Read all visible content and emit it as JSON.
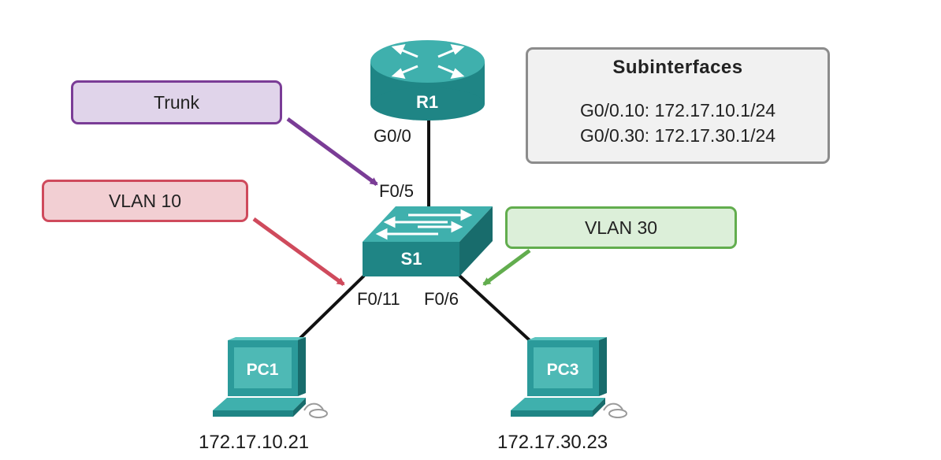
{
  "router": {
    "name": "R1",
    "port": "G0/0"
  },
  "switch": {
    "name": "S1",
    "port_uplink": "F0/5",
    "port_pc1": "F0/11",
    "port_pc3": "F0/6"
  },
  "pcs": [
    {
      "name": "PC1",
      "ip": "172.17.10.21"
    },
    {
      "name": "PC3",
      "ip": "172.17.30.23"
    }
  ],
  "callouts": {
    "trunk": "Trunk",
    "vlan10": "VLAN 10",
    "vlan30": "VLAN 30"
  },
  "subinterfaces": {
    "title": "Subinterfaces",
    "lines": [
      "G0/0.10: 172.17.10.1/24",
      "G0/0.30: 172.17.30.1/24"
    ]
  },
  "colors": {
    "device": "#2b9a9a",
    "trunk": "#7a3c96",
    "vlan10": "#cf4a5c",
    "vlan30": "#62ad4e"
  }
}
